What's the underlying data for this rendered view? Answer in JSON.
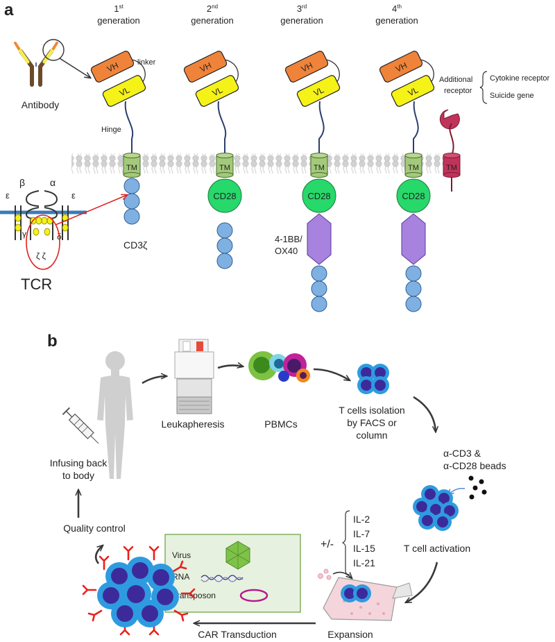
{
  "panel_a": {
    "label": "a",
    "generations": [
      {
        "num": "1",
        "sup": "st",
        "word": "generation"
      },
      {
        "num": "2",
        "sup": "nd",
        "word": "generation"
      },
      {
        "num": "3",
        "sup": "rd",
        "word": "generation"
      },
      {
        "num": "4",
        "sup": "th",
        "word": "generation"
      }
    ],
    "antibody_label": "Antibody",
    "vh": "VH",
    "vl": "VL",
    "linker": "linker",
    "hinge": "Hinge",
    "tm": "TM",
    "cd28": "CD28",
    "cd3z": "CD3ζ",
    "costim_line1": "4-1BB/",
    "costim_line2": "OX40",
    "additional_line1": "Additional",
    "additional_line2": "receptor",
    "cytokine_receptor": "Cytokine receptor",
    "suicide_gene": "Suicide gene",
    "tcr": {
      "label": "TCR",
      "beta": "β",
      "alpha": "α",
      "eps_left": "ε",
      "eps_right": "ε",
      "gamma": "γ",
      "delta": "δ",
      "zeta": "ζ ζ"
    },
    "colors": {
      "vh": "#f0833a",
      "vl": "#f5f218",
      "tm": "#a3c97a",
      "cd28": "#27d86a",
      "itam": "#7fb0e2",
      "costim": "#a782df",
      "extra": "#c0335a",
      "membrane": "#cfcfcf"
    }
  },
  "panel_b": {
    "label": "b",
    "leukapheresis": "Leukapheresis",
    "pbmcs": "PBMCs",
    "isolation": [
      "T cells isolation",
      "by FACS or",
      "column"
    ],
    "beads": [
      "α-CD3 &",
      "α-CD28 beads"
    ],
    "activation": "T cell activation",
    "plus_minus": "+/-",
    "cytokines": [
      "IL-2",
      "IL-7",
      "IL-15",
      "IL-21"
    ],
    "expansion": "Expansion",
    "car_transduction": "CAR Transduction",
    "vectors": [
      "Virus",
      "RNA",
      "Transposon"
    ],
    "quality_control": "Quality control",
    "infusing": [
      "Infusing back",
      "to body"
    ],
    "colors": {
      "cell_outer": "#2e9be0",
      "cell_inner": "#3d2a9a",
      "car_receptor": "#e8201e",
      "arrow": "#3a3a3a",
      "box_fill": "#e7f1df",
      "box_border": "#6fa548"
    },
    "icons": [
      "human-silhouette-icon",
      "syringe-icon",
      "leukapheresis-machine-icon",
      "pbmc-cells-icon",
      "culture-flask-icon",
      "virus-icon",
      "rna-icon",
      "transposon-icon"
    ]
  }
}
